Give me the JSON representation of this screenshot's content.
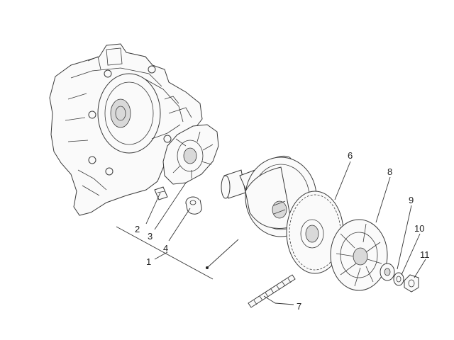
{
  "labels": {
    "l1": "1",
    "l2": "2",
    "l3": "3",
    "l4": "4",
    "l6": "6",
    "l7": "7",
    "l8": "8",
    "l9": "9",
    "l10": "10",
    "l11": "11"
  }
}
